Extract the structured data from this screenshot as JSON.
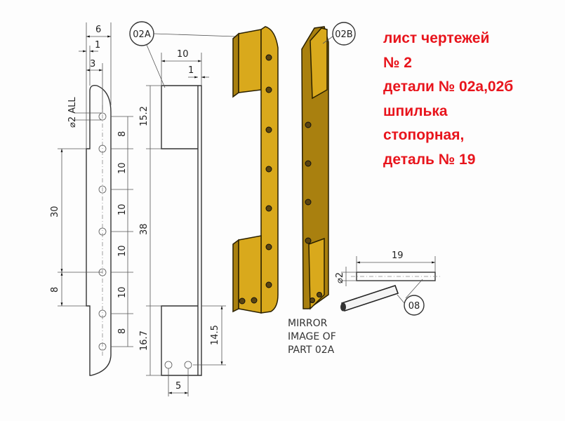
{
  "title_lines": [
    "лист чертежей",
    "№ 2",
    "детали № 02а,02б",
    "шпилька",
    "стопорная,",
    "деталь № 19"
  ],
  "callouts": {
    "part_a": "02A",
    "part_b": "02B",
    "pin": "08"
  },
  "note_lines": [
    "MIRROR",
    "IMAGE OF",
    "PART 02A"
  ],
  "dims": {
    "strip_width": "6",
    "strip_edge": "1",
    "hole_offset": "3",
    "hole_dia": "⌀2 ALL",
    "pitch_top": "8",
    "pitch_1": "10",
    "pitch_2": "10",
    "pitch_3": "10",
    "pitch_4": "10",
    "pitch_bottom": "8",
    "left_30": "30",
    "left_8": "8",
    "flange_width": "10",
    "flange_thk": "1",
    "top_15_2": "15.2",
    "mid_38": "38",
    "bot_16_7": "16.7",
    "bot_14_5": "14.5",
    "hole_spacing_5": "5",
    "pin_length": "19",
    "pin_dia": "⌀2"
  },
  "colors": {
    "part": "#d9a91c",
    "title": "#e8141c"
  }
}
